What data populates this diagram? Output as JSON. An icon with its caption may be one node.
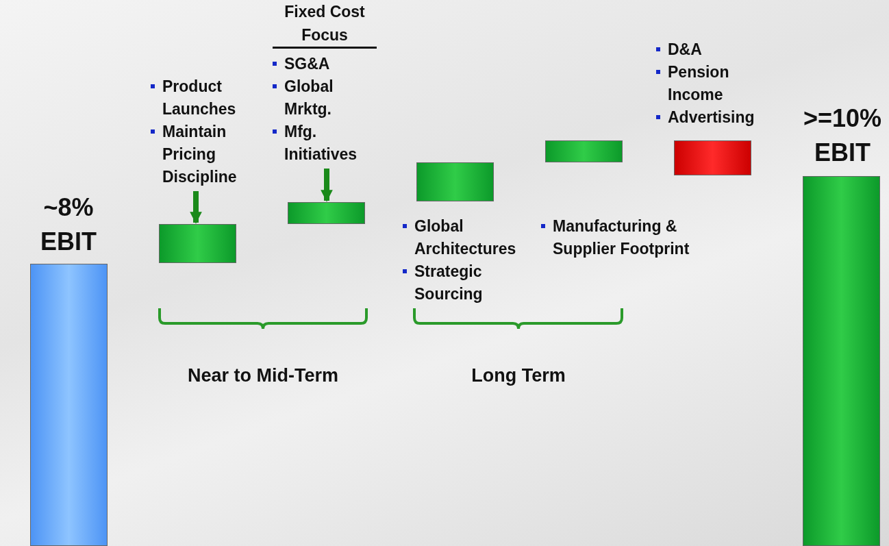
{
  "diagram": {
    "nodes": [
      {
        "text": [
          "~8% EBIT"
        ]
      },
      {
        "text": [
          "Product Launches",
          "Maintain Pricing Discipline"
        ]
      },
      {
        "text": [],
        "shape": "bar"
      },
      {
        "text": [
          "Fixed Cost Focus",
          "SG&A",
          "Global Mrktg.",
          "Mfg. Initiatives"
        ]
      },
      {
        "text": [],
        "shape": "bar"
      },
      {
        "text": [],
        "shape": "bar"
      },
      {
        "text": [],
        "shape": "bar"
      },
      {
        "text": [
          "D&A",
          "Pension Income",
          "Advertising"
        ]
      },
      {
        "text": [],
        "shape": "bar"
      },
      {
        "text": [
          ">=10% EBIT"
        ]
      }
    ],
    "edges": [
      {
        "from": 1,
        "to": 2,
        "arrow": "to"
      },
      {
        "from": 3,
        "to": 4,
        "arrow": "to"
      }
    ],
    "labels": [
      "Global Architectures",
      "Strategic Sourcing",
      "Manufacturing & Supplier Footprint",
      "Near to Mid-Term",
      "Long Term"
    ]
  }
}
